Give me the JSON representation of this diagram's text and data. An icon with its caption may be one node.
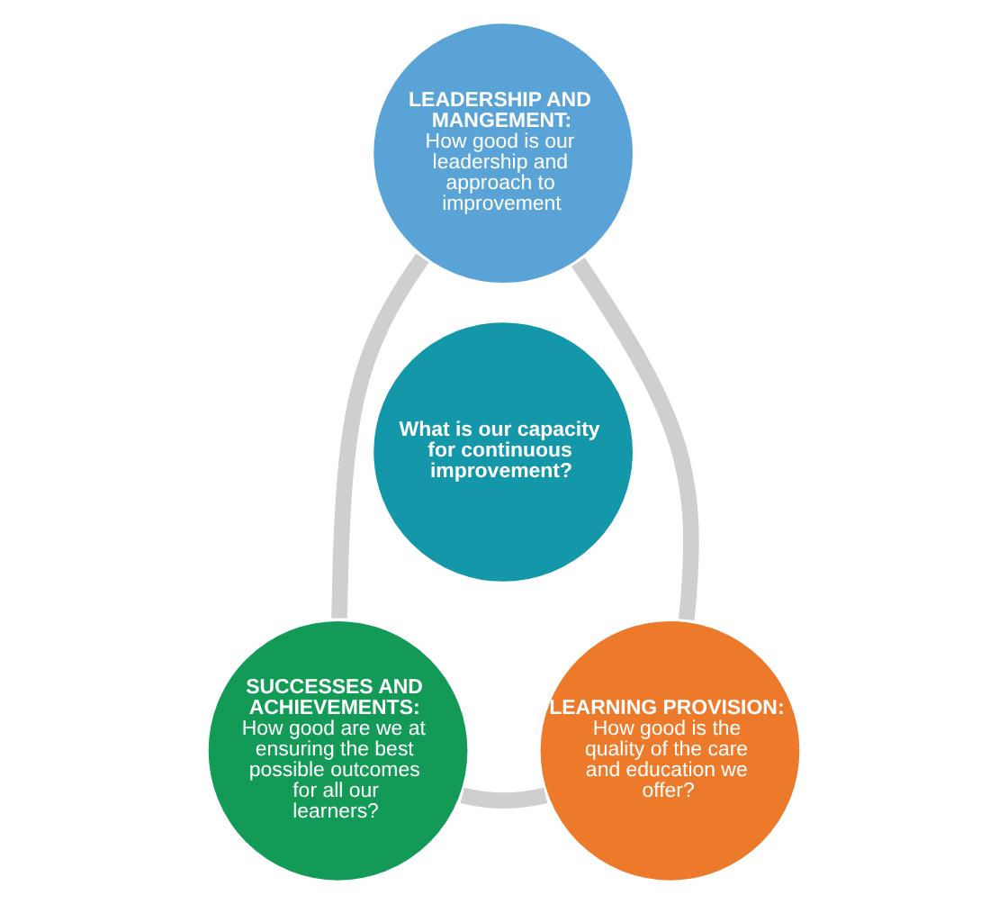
{
  "diagram": {
    "nodes": [
      {
        "text": [
          "LEADERSHIP AND MANGEMENT:",
          "How good is our leadership and approach to improvement"
        ]
      },
      {
        "text": [
          "What is our capacity for continuous improvement?"
        ]
      },
      {
        "text": [
          "SUCCESSES AND ACHIEVEMENTS:",
          "How good are we at ensuring the best possible outcomes for all our learners?"
        ]
      },
      {
        "text": [
          "LEARNING PROVISION:",
          "How good is the quality of the care and education we offer?"
        ]
      }
    ],
    "edges": [
      {
        "from": 0,
        "to": 2,
        "arrow": "none"
      },
      {
        "from": 2,
        "to": 3,
        "arrow": "none"
      },
      {
        "from": 3,
        "to": 0,
        "arrow": "none"
      }
    ]
  }
}
